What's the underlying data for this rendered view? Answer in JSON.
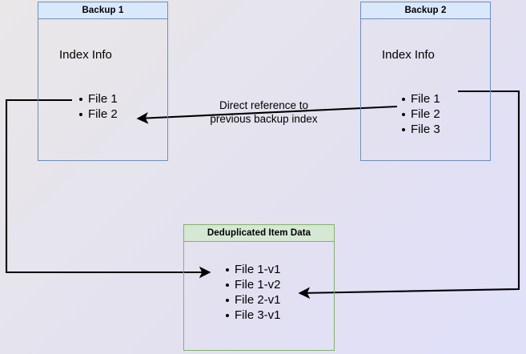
{
  "diagram": {
    "title": "Deduplicated backup index reference diagram",
    "background": {
      "gradient_from": "#e9e7e7",
      "gradient_to": "#e0e0f9"
    },
    "colors": {
      "blue_fill": "#dae8fc",
      "blue_stroke": "#6c8ebf",
      "green_fill": "#d5e8d4",
      "green_stroke": "#82b366",
      "connector": "#000000"
    },
    "boxes": [
      {
        "id": "backup1",
        "header": "Backup 1",
        "section_title": "Index Info",
        "items": [
          "File 1",
          "File 2"
        ]
      },
      {
        "id": "backup2",
        "header": "Backup 2",
        "section_title": "Index Info",
        "items": [
          "File 1",
          "File 2",
          "File 3"
        ]
      },
      {
        "id": "dedup",
        "header": "Deduplicated Item Data",
        "items": [
          "File 1-v1",
          "File 1-v2",
          "File 2-v1",
          "File 3-v1"
        ]
      }
    ],
    "caption": {
      "line1": "Direct reference to",
      "line2": "previous backup index"
    },
    "connectors": [
      {
        "name": "backup1-file1-to-dedup-file1v1",
        "from": "Backup 1 / File 1",
        "to": "Deduplicated Item Data / File 1-v1",
        "arrowhead": "end"
      },
      {
        "name": "backup2-file1-to-dedup-file1v2",
        "from": "Backup 2 / File 1",
        "to": "Deduplicated Item Data / File 1-v2",
        "arrowhead": "end"
      },
      {
        "name": "backup2-index-to-backup1-file2",
        "from": "Backup 2 / File 2",
        "to": "Backup 1 / File 2",
        "arrowhead": "end"
      }
    ]
  }
}
